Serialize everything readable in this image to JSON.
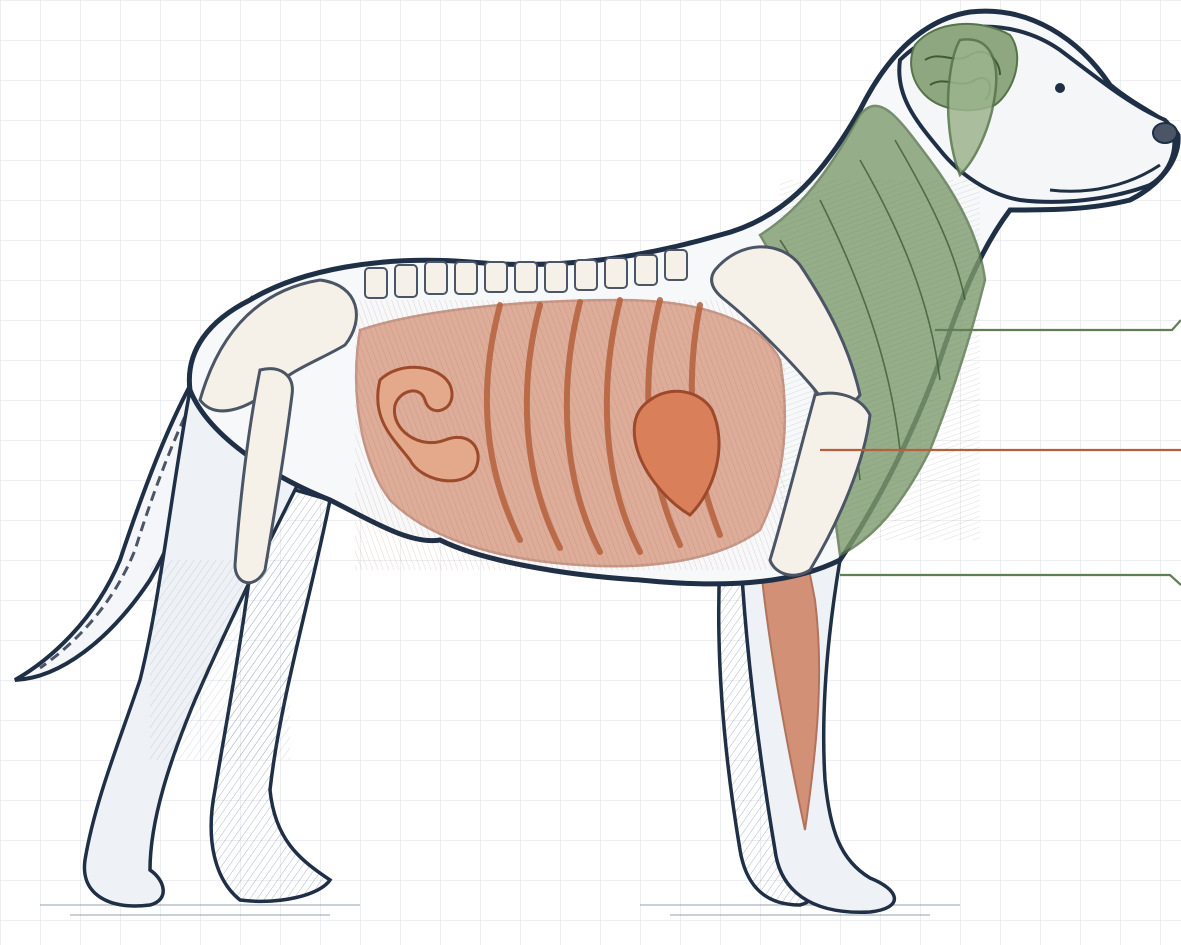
{
  "figure": {
    "subject": "dog-anatomy-cross-section",
    "background": "grid-paper",
    "colors": {
      "grid_line": "#d9dde3",
      "outline": "#1f2f45",
      "skeleton_fill": "#f6f1e8",
      "skeleton_stroke": "#4b5566",
      "musculature_green": "#7e9b6e",
      "musculature_green_dark": "#56744a",
      "viscera_orange": "#c9704c",
      "viscera_orange_dark": "#9d4a2c",
      "limb_shade_blue": "#6b7f9c",
      "leader_green": "#5f7f55",
      "leader_orange": "#b5603c"
    },
    "callouts": [
      {
        "region": "neck-musculature",
        "color": "#5f7f55"
      },
      {
        "region": "thoracic-and-abdominal-organs",
        "color": "#b5603c"
      },
      {
        "region": "forelimb-musculature",
        "color": "#5f7f55"
      }
    ]
  }
}
